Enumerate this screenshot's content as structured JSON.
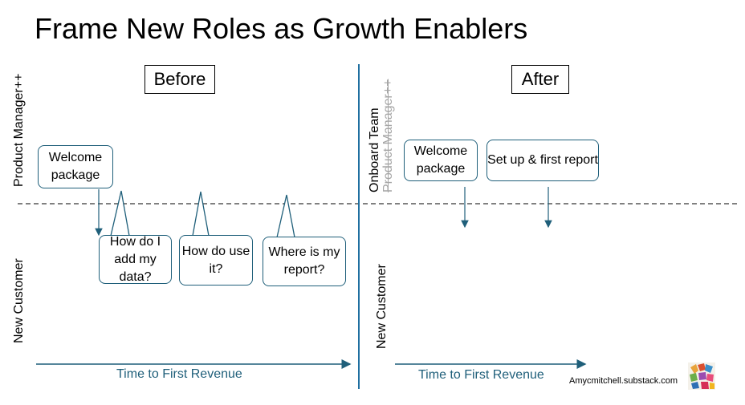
{
  "title": "Frame New Roles as Growth Enablers",
  "before": {
    "label": "Before",
    "lane_top": "Product Manager++",
    "lane_bottom": "New Customer",
    "pm_node": "Welcome package",
    "questions": [
      "How do I add my data?",
      "How do use it?",
      "Where is my report?"
    ],
    "axis": "Time to First Revenue"
  },
  "after": {
    "label": "After",
    "lane_top": "Onboard Team",
    "lane_top_struck": "Product Manager++",
    "lane_bottom": "New Customer",
    "nodes": [
      "Welcome package",
      "Set up & first report"
    ],
    "axis": "Time to First Revenue"
  },
  "credit": "Amycmitchell.substack.com",
  "colors": {
    "accent": "#1f5f7a",
    "divider": "#1f6fa0",
    "struck": "#a6a6a6"
  }
}
